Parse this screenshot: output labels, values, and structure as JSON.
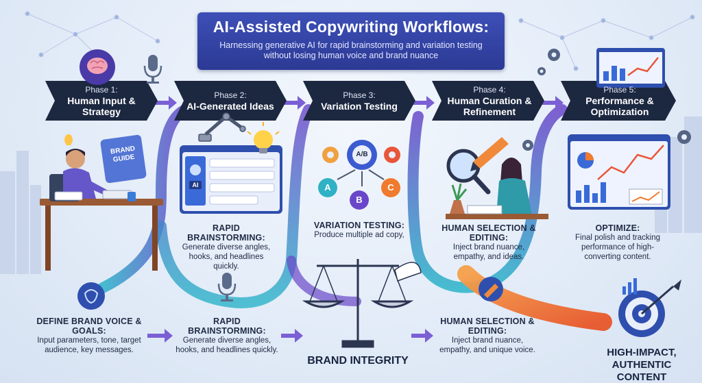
{
  "title": "AI-Assisted Copywriting Workflows:",
  "subtitle": "Harnessing generative AI for rapid brainstorming and variation testing without losing human voice and brand nuance",
  "phases": [
    {
      "num": "Phase 1:",
      "name": "Human Input & Strategy"
    },
    {
      "num": "Phase 2:",
      "name": "AI-Generated Ideas"
    },
    {
      "num": "Phase 3:",
      "name": "Variation Testing"
    },
    {
      "num": "Phase 4:",
      "name": "Human Curation & Refinement"
    },
    {
      "num": "Phase 5:",
      "name": "Performance & Optimization"
    }
  ],
  "upper_captions": {
    "p2": {
      "head": "RAPID BRAINSTORMING:",
      "body": "Generate diverse angles, hooks, and headlines quickly."
    },
    "p3": {
      "head": "VARIATION TESTING:",
      "body": "Produce multiple ad copy,"
    },
    "p4": {
      "head": "HUMAN SELECTION & EDITING:",
      "body": "Inject brand nuance, empathy, and ideas."
    },
    "p5": {
      "head": "OPTIMIZE:",
      "body": "Final polish and tracking performance of high-converting content."
    }
  },
  "lower_captions": {
    "c1": {
      "head": "DEFINE BRAND VOICE & GOALS:",
      "body": "Input parameters, tone, target audience, key messages."
    },
    "c2": {
      "head": "RAPID BRAINSTORMING:",
      "body": "Generate diverse angles, hooks, and headlines quickly."
    },
    "c4": {
      "head": "HUMAN SELECTION & EDITING:",
      "body": "Inject brand nuance, empathy, and unique voice."
    }
  },
  "brand_integrity": "BRAND INTEGRITY",
  "outcome": "HIGH-IMPACT, AUTHENTIC CONTENT",
  "brand_guide": "BRAND GUIDE",
  "ab_label": "A/B",
  "variants": [
    "A",
    "B",
    "C"
  ],
  "ai_label": "AI",
  "colors": {
    "title_bg": "#3040a0",
    "phase_bg": "#1c2740",
    "flow_purple": "#6a47c9",
    "flow_teal": "#2bb3c9",
    "outcome_orange": "#f07a2e"
  }
}
